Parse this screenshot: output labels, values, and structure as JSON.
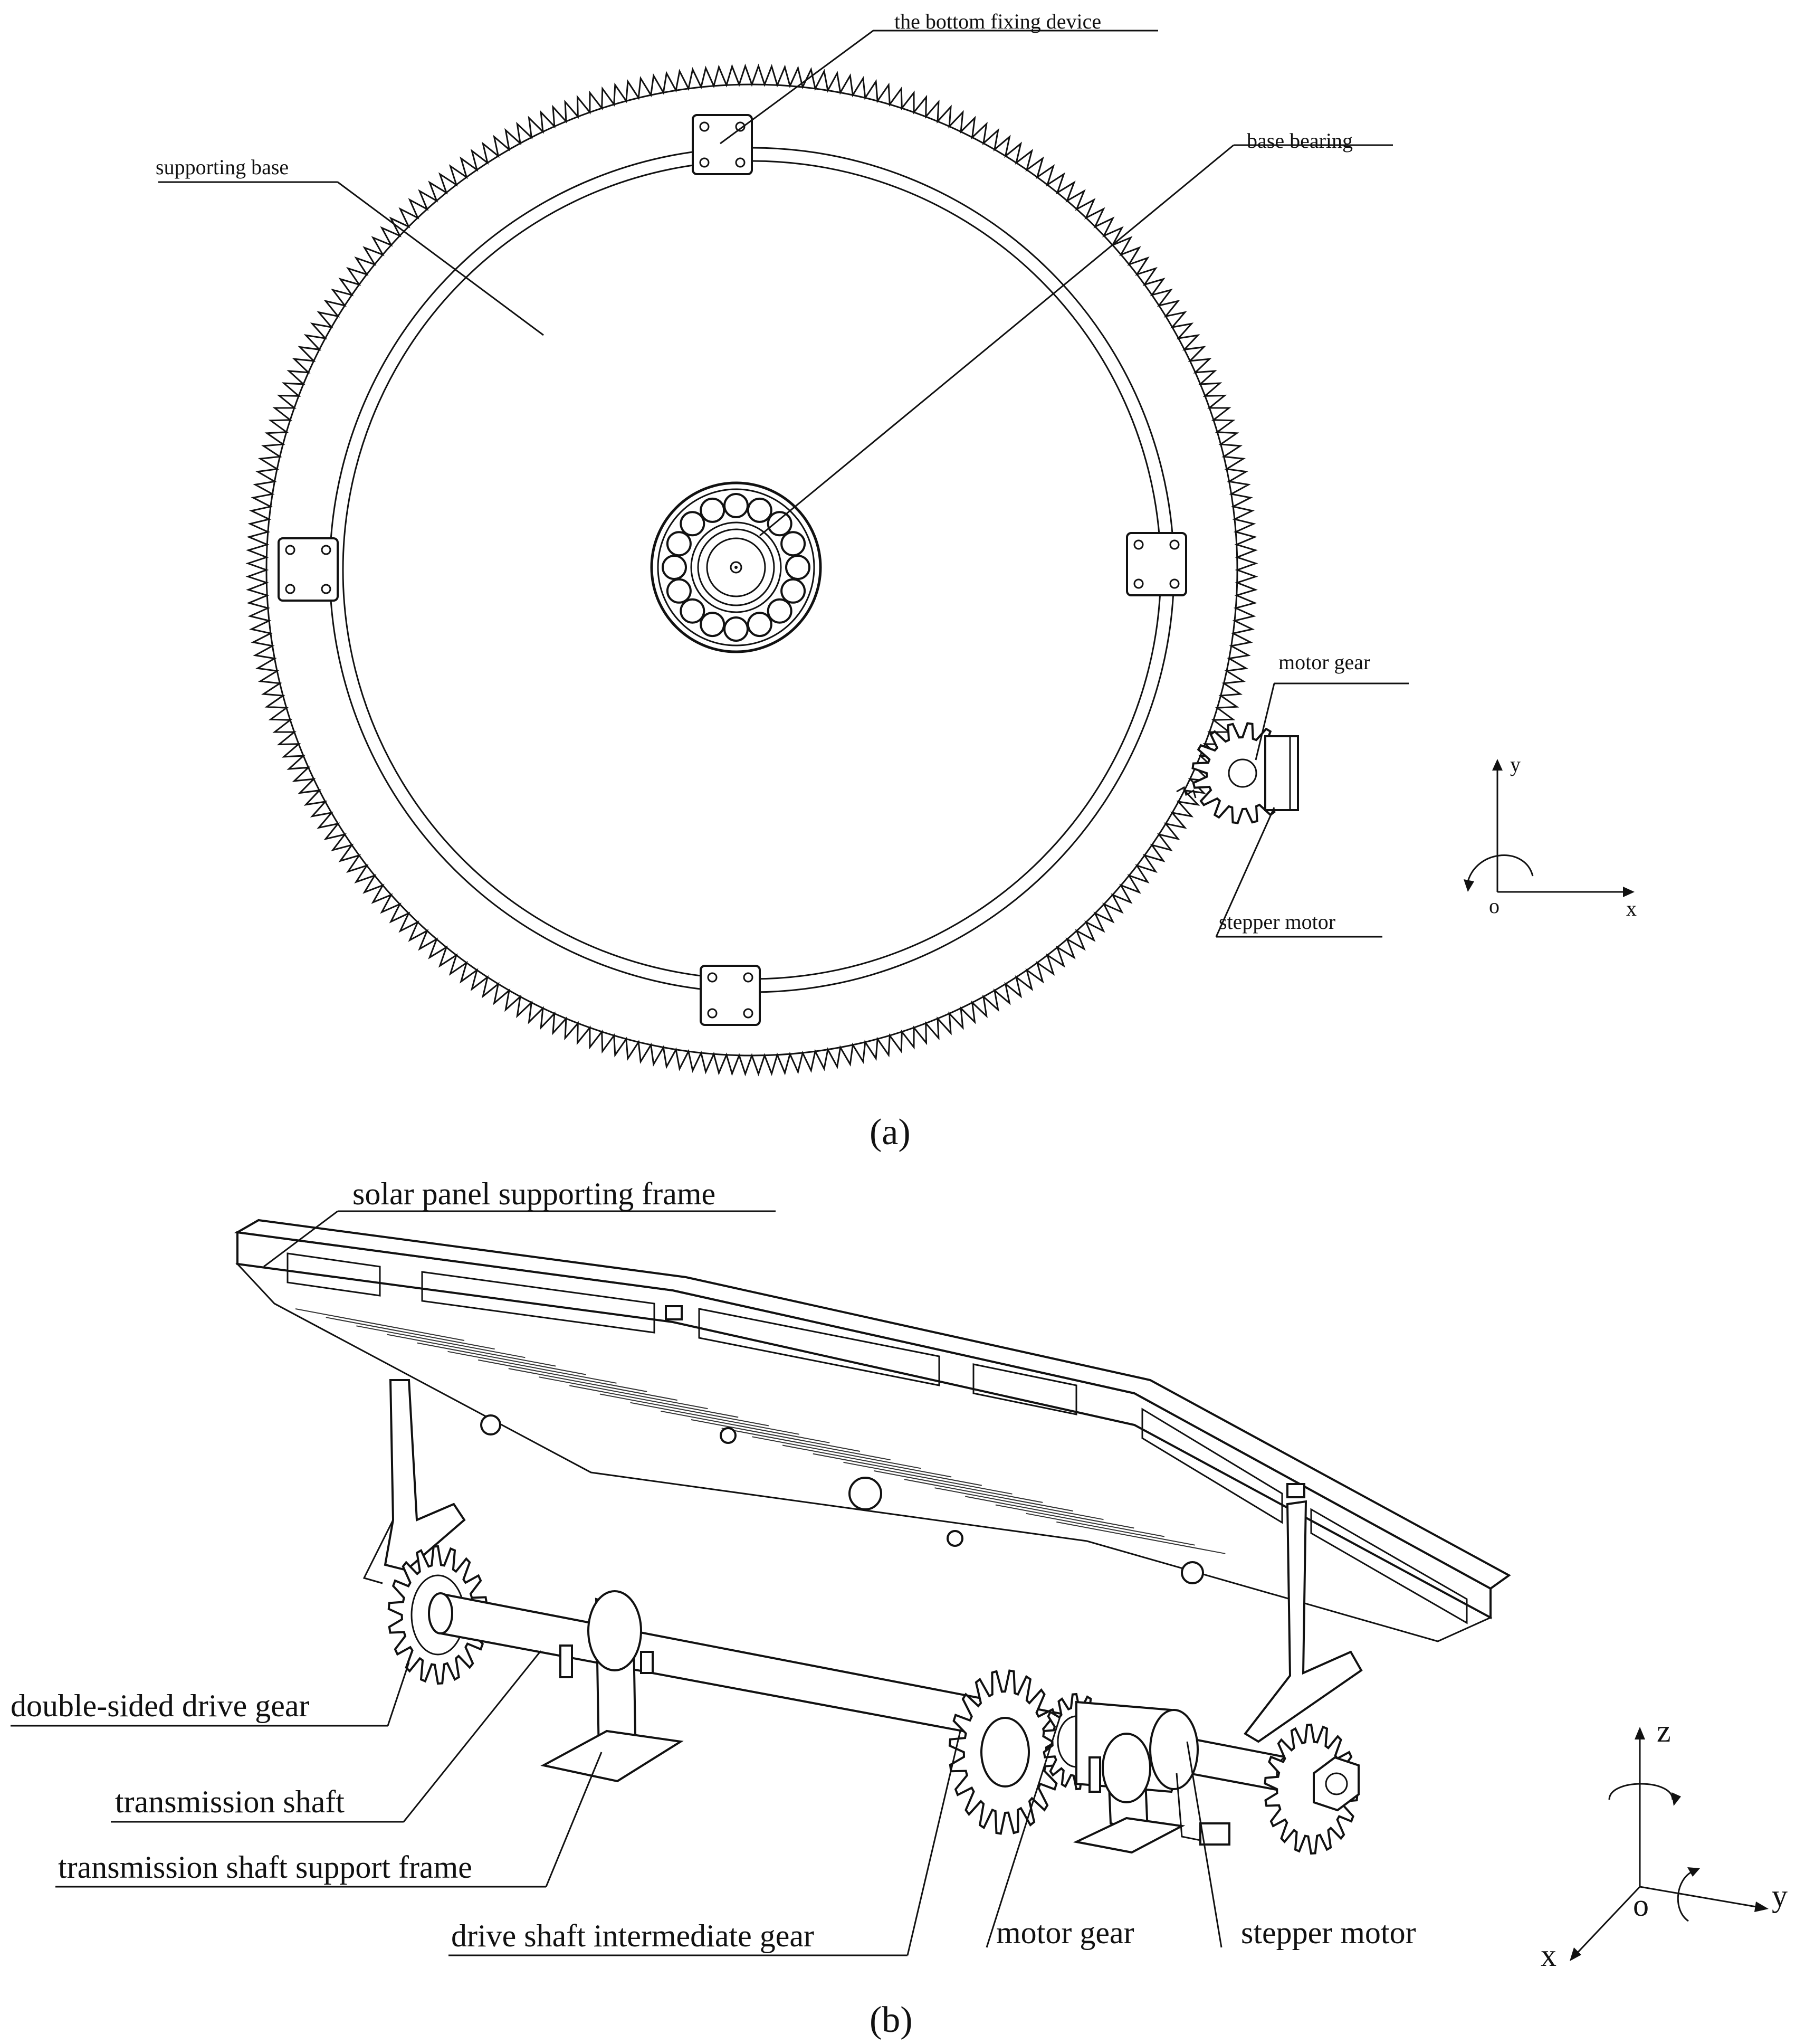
{
  "figure_a": {
    "caption": "(a)",
    "labels": {
      "bottom_fixing_device": "the bottom fixing device",
      "supporting_base": "supporting base",
      "base_bearing": "base bearing",
      "motor_gear": "motor gear",
      "stepper_motor": "stepper motor"
    },
    "axes": {
      "y": "y",
      "x": "x",
      "origin": "o"
    }
  },
  "figure_b": {
    "caption": "(b)",
    "labels": {
      "solar_panel_supporting_frame": "solar panel supporting frame",
      "double_sided_drive_gear": "double-sided drive gear",
      "transmission_shaft": "transmission shaft",
      "transmission_shaft_support_frame": "transmission shaft support frame",
      "drive_shaft_intermediate_gear": "drive shaft intermediate gear",
      "motor_gear": "motor gear",
      "stepper_motor": "stepper motor"
    },
    "axes": {
      "z": "z",
      "y": "y",
      "x": "x",
      "origin": "o"
    }
  }
}
